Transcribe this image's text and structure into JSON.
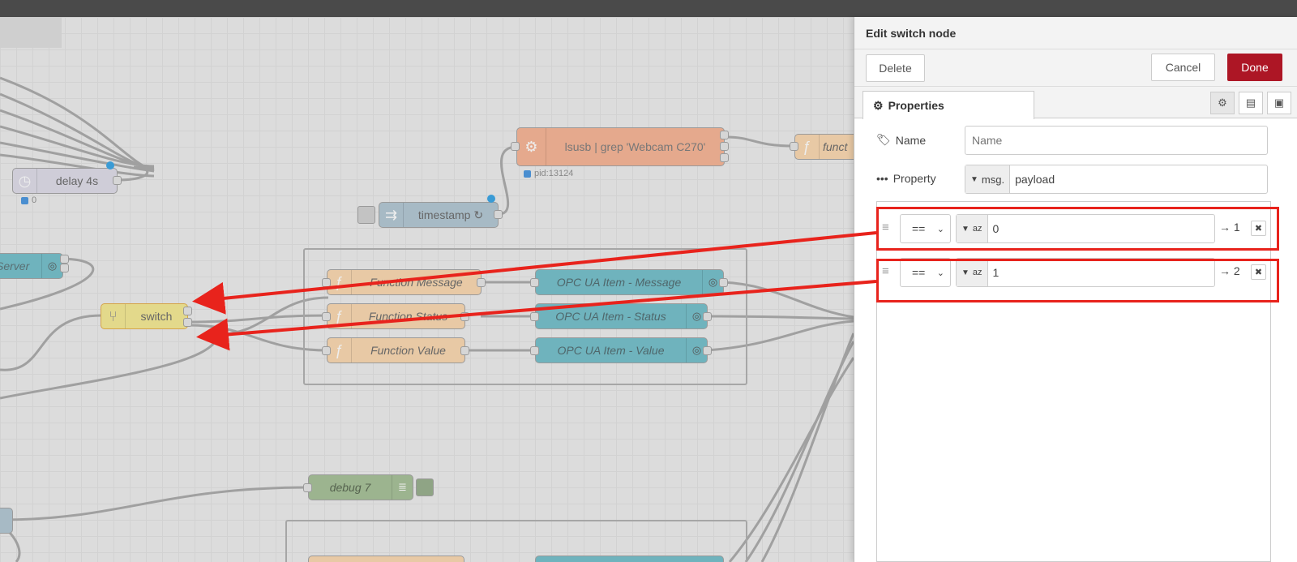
{
  "canvas": {
    "nodes": {
      "delay": {
        "label": "delay 4s",
        "status": "0"
      },
      "lsusb": {
        "label": "lsusb | grep 'Webcam C270'",
        "status": "pid:13124"
      },
      "func_partial": {
        "label": "funct"
      },
      "timestamp": {
        "label": "timestamp ↻"
      },
      "server": {
        "label": "Server"
      },
      "switch": {
        "label": "switch"
      },
      "func_message": {
        "label": "Function Message"
      },
      "func_status": {
        "label": "Function Status"
      },
      "func_value": {
        "label": "Function Value"
      },
      "opc_message": {
        "label": "OPC UA Item - Message"
      },
      "opc_status": {
        "label": "OPC UA Item - Status"
      },
      "opc_value": {
        "label": "OPC UA Item - Value"
      },
      "debug": {
        "label": "debug 7"
      }
    }
  },
  "panel": {
    "title": "Edit switch node",
    "toolbar": {
      "delete_label": "Delete",
      "cancel_label": "Cancel",
      "done_label": "Done"
    },
    "tab": {
      "label": "Properties"
    },
    "name_field": {
      "label": "Name",
      "placeholder": "Name"
    },
    "property_field": {
      "label": "Property",
      "type_prefix": "msg.",
      "value": "payload"
    },
    "rules": [
      {
        "operator": "==",
        "type_icon": "az",
        "value": "0",
        "output": "→ 1"
      },
      {
        "operator": "==",
        "type_icon": "az",
        "value": "1",
        "output": "→ 2"
      }
    ]
  },
  "colors": {
    "done_button": "#ad1625",
    "annotation_red": "#e8231c",
    "opc_node": "#6fb3bd",
    "function_node": "#e8c9a5",
    "switch_node": "#e3d98b"
  },
  "icons": [
    "delay-icon",
    "gear-icon",
    "function-icon",
    "inject-icon",
    "opcua-icon",
    "switch-icon",
    "debug-icon",
    "tag-icon",
    "ellipsis-icon",
    "settings-icon",
    "description-icon",
    "appearance-icon",
    "drag-handle-icon",
    "close-icon"
  ]
}
